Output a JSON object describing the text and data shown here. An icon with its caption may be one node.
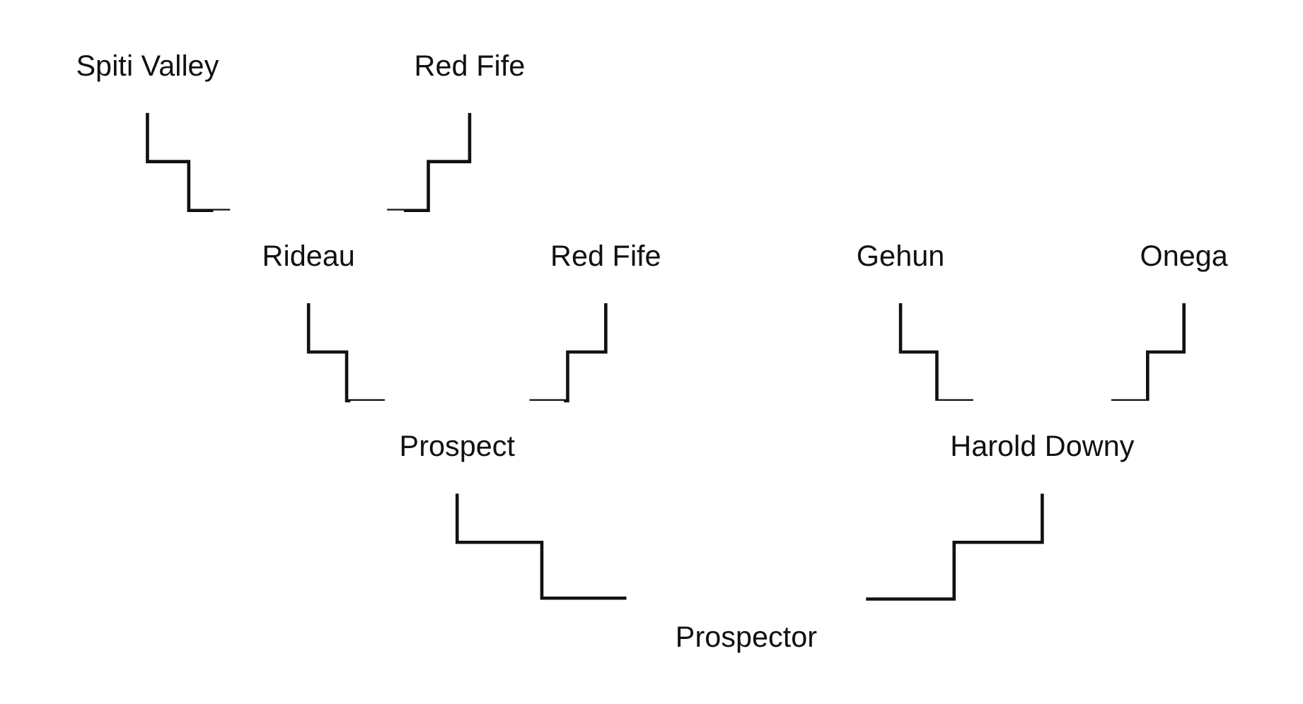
{
  "diagram": {
    "nodes": [
      {
        "text": [
          "Spiti Valley"
        ]
      },
      {
        "text": [
          "Red Fife"
        ]
      },
      {
        "text": [
          "Rideau"
        ]
      },
      {
        "text": [
          "Red Fife"
        ]
      },
      {
        "text": [
          "Gehun"
        ]
      },
      {
        "text": [
          "Onega"
        ]
      },
      {
        "text": [
          "Prospect"
        ]
      },
      {
        "text": [
          "Harold Downy"
        ]
      },
      {
        "text": [
          "Prospector"
        ]
      }
    ],
    "edges": [
      {
        "from": 0,
        "to": 2,
        "arrow": "none"
      },
      {
        "from": 1,
        "to": 2,
        "arrow": "none"
      },
      {
        "from": 2,
        "to": 6,
        "arrow": "none"
      },
      {
        "from": 3,
        "to": 6,
        "arrow": "none"
      },
      {
        "from": 4,
        "to": 7,
        "arrow": "none"
      },
      {
        "from": 5,
        "to": 7,
        "arrow": "none"
      },
      {
        "from": 6,
        "to": 8,
        "arrow": "none"
      },
      {
        "from": 7,
        "to": 8,
        "arrow": "none"
      }
    ]
  }
}
